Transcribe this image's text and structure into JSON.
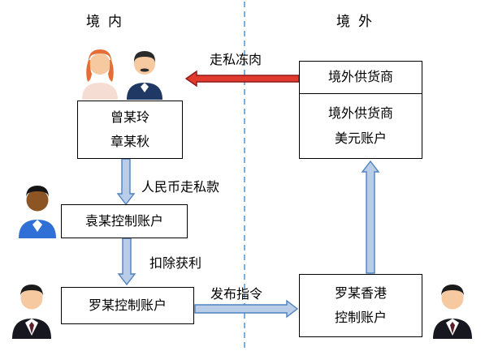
{
  "regions": {
    "domestic": "境内",
    "overseas": "境外"
  },
  "boxes": {
    "zeng_zhang": {
      "line1": "曾某玲",
      "line2": "章某秋"
    },
    "overseas_supplier": {
      "label": "境外供货商"
    },
    "overseas_supplier_usd": {
      "line1": "境外供货商",
      "line2": "美元账户"
    },
    "yuan_account": {
      "label": "袁某控制账户"
    },
    "luo_account": {
      "label": "罗某控制账户"
    },
    "luo_hk_account": {
      "line1": "罗某香港",
      "line2": "控制账户"
    }
  },
  "arrow_labels": {
    "smuggle_meat": "走私冻肉",
    "rmb_smuggle_funds": "人民币走私款",
    "deduct_profit": "扣除获利",
    "issue_order": "发布指令"
  },
  "icons": {
    "avatar_woman": "woman-avatar",
    "avatar_man_mustache": "man-mustache-avatar",
    "avatar_man_blue_shirt": "man-blue-shirt-avatar",
    "avatar_suit_left": "man-suit-avatar",
    "avatar_suit_right": "man-suit-avatar"
  },
  "colors": {
    "arrow_blue_fill": "#b9cde8",
    "arrow_blue_stroke": "#4f81bd",
    "arrow_red_fill": "#e23b2e",
    "arrow_red_stroke": "#8b1a1a",
    "divider_blue": "#5b9bd5"
  }
}
